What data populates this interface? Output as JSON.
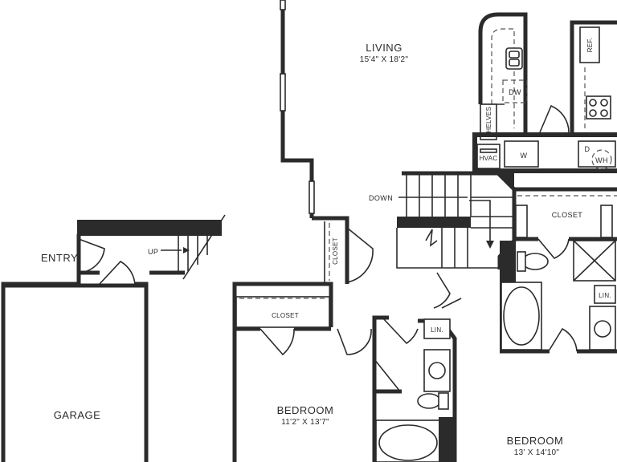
{
  "rooms": {
    "living": {
      "name": "LIVING",
      "dims": "15'4\" X 18'2\""
    },
    "entry": {
      "name": "ENTRY"
    },
    "garage": {
      "name": "GARAGE"
    },
    "bedroom_1": {
      "name": "BEDROOM",
      "dims": "11'2\" X 13'7\""
    },
    "bedroom_2": {
      "name": "BEDROOM",
      "dims": "13' X 14'10\""
    }
  },
  "labels": {
    "closet_main": "CLOSET",
    "closet_bedroom": "CLOSET",
    "closet_vertical": "CLOSET",
    "down": "DOWN",
    "up": "UP",
    "shelves": "SHELVES",
    "hvac": "HVAC",
    "washer": "W",
    "dryer": "D",
    "water_heater": "WH",
    "dishwasher": "DW",
    "refrigerator": "REF.",
    "linen_hall": "LIN.",
    "linen_bath": "LIN."
  }
}
